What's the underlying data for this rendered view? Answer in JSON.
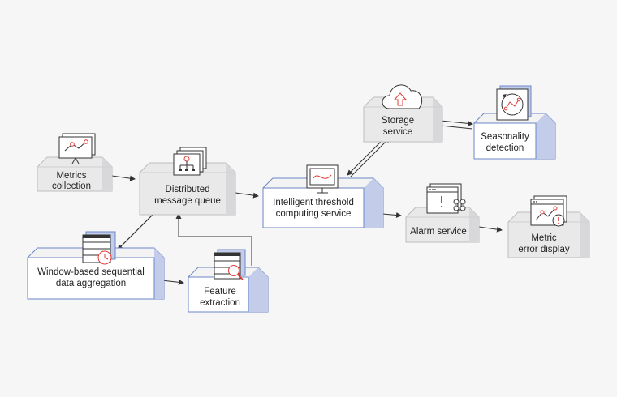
{
  "nodes": [
    {
      "id": "metrics",
      "lines": [
        "Metrics",
        "collection"
      ],
      "variant": "gray"
    },
    {
      "id": "queue",
      "lines": [
        "Distributed",
        "message queue"
      ],
      "variant": "gray"
    },
    {
      "id": "threshold",
      "lines": [
        "Intelligent threshold",
        "computing service"
      ],
      "variant": "blue"
    },
    {
      "id": "storage",
      "lines": [
        "Storage",
        "service"
      ],
      "variant": "gray"
    },
    {
      "id": "seasonality",
      "lines": [
        "Seasonality",
        "detection"
      ],
      "variant": "blue"
    },
    {
      "id": "alarm",
      "lines": [
        "Alarm service"
      ],
      "variant": "gray"
    },
    {
      "id": "metric-error",
      "lines": [
        "Metric",
        "error display"
      ],
      "variant": "gray"
    },
    {
      "id": "window",
      "lines": [
        "Window-based sequential",
        "data aggregation"
      ],
      "variant": "blue"
    },
    {
      "id": "feature",
      "lines": [
        "Feature",
        "extraction"
      ],
      "variant": "blue"
    }
  ],
  "icons": [
    {
      "id": "metrics",
      "name": "chart-monitor-icon"
    },
    {
      "id": "queue",
      "name": "hierarchy-pages-icon"
    },
    {
      "id": "threshold",
      "name": "wave-monitor-icon"
    },
    {
      "id": "storage",
      "name": "cloud-upload-icon"
    },
    {
      "id": "seasonality",
      "name": "cycle-chart-icon"
    },
    {
      "id": "alarm",
      "name": "alert-window-icon"
    },
    {
      "id": "metric-error",
      "name": "error-chart-window-icon"
    },
    {
      "id": "window",
      "name": "table-clock-icon"
    },
    {
      "id": "feature",
      "name": "table-search-icon"
    }
  ],
  "colors": {
    "accent_red": "#e53935",
    "blue_edge": "#6d86c9",
    "gray_top": "#e9e9ea",
    "gray_front": "#f3f3f4",
    "gray_side": "#d8d8da",
    "blue_side": "#c3cde9",
    "arrow": "#333333"
  }
}
